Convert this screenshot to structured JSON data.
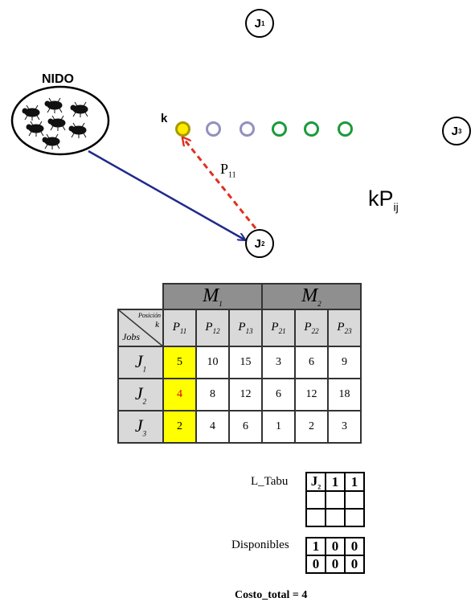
{
  "diagram": {
    "nest_label": "NIDO",
    "k_label": "k",
    "p11_label": {
      "main": "P",
      "sub": "11"
    },
    "kpij_label": {
      "main": "kP",
      "sub": "ij"
    },
    "jobs": [
      {
        "main": "J",
        "sub": "1"
      },
      {
        "main": "J",
        "sub": "2"
      },
      {
        "main": "J",
        "sub": "3"
      }
    ],
    "position_colors": [
      "#ffeb00",
      "#9090c0",
      "#9090c0",
      "#1a9a3a",
      "#1a9a3a",
      "#1a9a3a"
    ],
    "colors": {
      "path": "#1f2a8c",
      "pheromone": "#e03020"
    }
  },
  "table": {
    "corner_top": "Posición",
    "corner_k": "k",
    "corner_bottom": "Jobs",
    "machines": [
      {
        "main": "M",
        "sub": "1"
      },
      {
        "main": "M",
        "sub": "2"
      }
    ],
    "positions": [
      {
        "main": "P",
        "sub": "11"
      },
      {
        "main": "P",
        "sub": "12"
      },
      {
        "main": "P",
        "sub": "13"
      },
      {
        "main": "P",
        "sub": "21"
      },
      {
        "main": "P",
        "sub": "22"
      },
      {
        "main": "P",
        "sub": "23"
      }
    ],
    "rows": [
      {
        "job": {
          "main": "J",
          "sub": "1"
        },
        "values": [
          "5",
          "10",
          "15",
          "3",
          "6",
          "9"
        ]
      },
      {
        "job": {
          "main": "J",
          "sub": "2"
        },
        "values": [
          "4",
          "8",
          "12",
          "6",
          "12",
          "18"
        ]
      },
      {
        "job": {
          "main": "J",
          "sub": "3"
        },
        "values": [
          "2",
          "4",
          "6",
          "1",
          "2",
          "3"
        ]
      }
    ],
    "highlight_color": "#ffff00"
  },
  "tabu": {
    "label": "L_Tabu",
    "row1": [
      {
        "main": "J",
        "sub": "2"
      },
      "1",
      "1"
    ]
  },
  "disponibles": {
    "label": "Disponibles",
    "row1": [
      "1",
      "0",
      "0"
    ],
    "row2": [
      "0",
      "0",
      "0"
    ]
  },
  "cost": {
    "label": "Costo_total = 4"
  }
}
